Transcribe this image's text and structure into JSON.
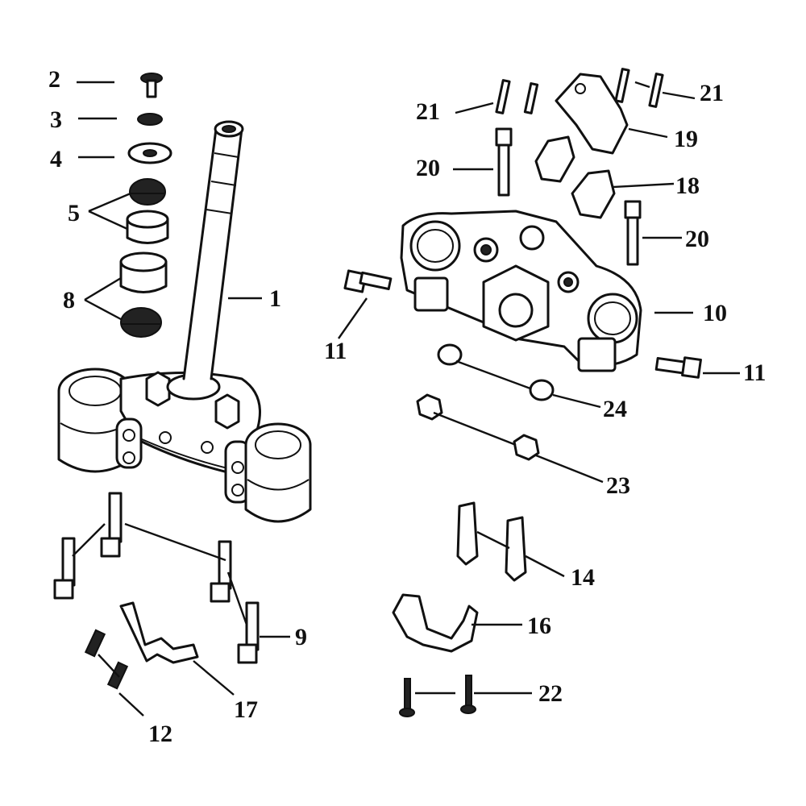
{
  "diagram": {
    "callouts": [
      {
        "id": "p1",
        "text": "1"
      },
      {
        "id": "p2",
        "text": "2"
      },
      {
        "id": "p3",
        "text": "3"
      },
      {
        "id": "p4",
        "text": "4"
      },
      {
        "id": "p5",
        "text": "5"
      },
      {
        "id": "p8",
        "text": "8"
      },
      {
        "id": "p9",
        "text": "9"
      },
      {
        "id": "p10",
        "text": "10"
      },
      {
        "id": "p11a",
        "text": "11"
      },
      {
        "id": "p11b",
        "text": "11"
      },
      {
        "id": "p12",
        "text": "12"
      },
      {
        "id": "p14",
        "text": "14"
      },
      {
        "id": "p16",
        "text": "16"
      },
      {
        "id": "p17",
        "text": "17"
      },
      {
        "id": "p18",
        "text": "18"
      },
      {
        "id": "p19",
        "text": "19"
      },
      {
        "id": "p20a",
        "text": "20"
      },
      {
        "id": "p20b",
        "text": "20"
      },
      {
        "id": "p21a",
        "text": "21"
      },
      {
        "id": "p21b",
        "text": "21"
      },
      {
        "id": "p22",
        "text": "22"
      },
      {
        "id": "p23",
        "text": "23"
      },
      {
        "id": "p24",
        "text": "24"
      }
    ]
  }
}
